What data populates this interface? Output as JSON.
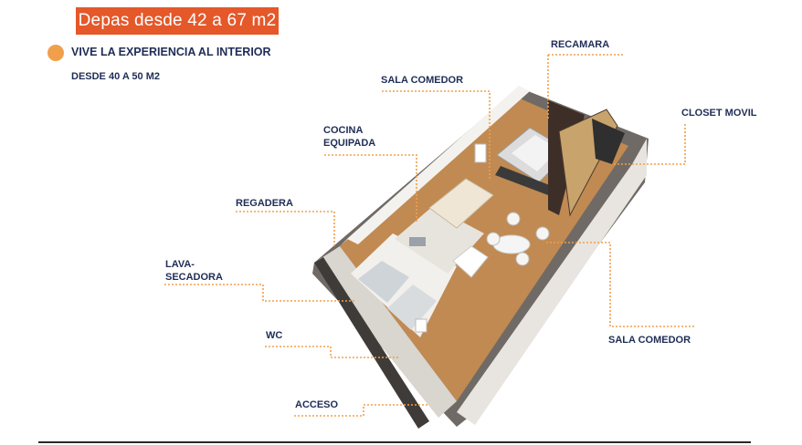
{
  "banner": {
    "text": "Depas desde 42 a 67 m2"
  },
  "headline": "VIVE LA EXPERIENCIA AL INTERIOR",
  "subline": "DESDE 40 A 50 M2",
  "labels": {
    "recamara": "RECAMARA",
    "sala_comedor_top": "SALA COMEDOR",
    "closet_movil": "CLOSET MOVIL",
    "cocina_line1": "COCINA",
    "cocina_line2": "EQUIPADA",
    "regadera": "REGADERA",
    "lava_line1": "LAVA-",
    "lava_line2": "SECADORA",
    "wc": "WC",
    "sala_comedor_bottom": "SALA COMEDOR",
    "acceso": "ACCESO"
  },
  "colors": {
    "accent": "#e4582a",
    "dot": "#f0a04b",
    "label_text": "#1f2d56",
    "leader_line": "#f0a04b"
  }
}
